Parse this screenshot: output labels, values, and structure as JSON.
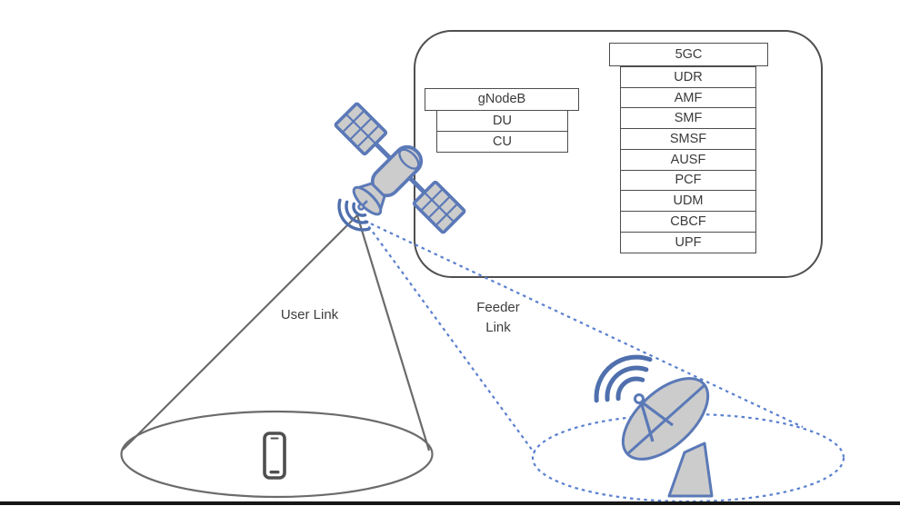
{
  "diagram": {
    "gnodeb": {
      "title": "gNodeB",
      "items": [
        "DU",
        "CU"
      ]
    },
    "core": {
      "title": "5GC",
      "items": [
        "UDR",
        "AMF",
        "SMF",
        "SMSF",
        "AUSF",
        "PCF",
        "UDM",
        "CBCF",
        "UPF"
      ]
    },
    "labels": {
      "user_link": "User Link",
      "feeder_link": "Feeder\nLink"
    },
    "icons": [
      "satellite-icon",
      "satellite-signal-waves-icon",
      "smartphone-icon",
      "ground-station-icon",
      "ground-station-signal-waves-icon"
    ],
    "colors": {
      "icon_outline": "#5b79b7",
      "icon_fill": "#cccccc",
      "user_link_line": "#6b6b6b",
      "feeder_link_line": "#5b80cf",
      "box_border": "#4d4d4d",
      "frame_border": "#4f4f4f",
      "text": "#3a3a3a",
      "bottom_rule": "#161616"
    }
  }
}
